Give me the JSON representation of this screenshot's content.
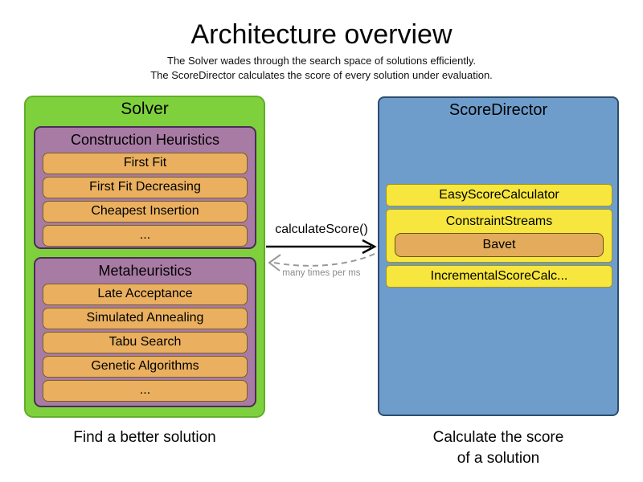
{
  "header": {
    "title": "Architecture overview",
    "subtitle_line1": "The Solver wades through the search space of solutions efficiently.",
    "subtitle_line2": "The ScoreDirector calculates the score of every solution under evaluation."
  },
  "solver": {
    "title": "Solver",
    "caption": "Find a better solution",
    "construction_heuristics": {
      "title": "Construction Heuristics",
      "items": [
        "First Fit",
        "First Fit Decreasing",
        "Cheapest Insertion",
        "..."
      ]
    },
    "metaheuristics": {
      "title": "Metaheuristics",
      "items": [
        "Late Acceptance",
        "Simulated Annealing",
        "Tabu Search",
        "Genetic Algorithms",
        "..."
      ]
    }
  },
  "score_director": {
    "title": "ScoreDirector",
    "caption_line1": "Calculate the score",
    "caption_line2": "of a solution",
    "easy_score_calculator": "EasyScoreCalculator",
    "constraint_streams": {
      "title": "ConstraintStreams",
      "engine": "Bavet"
    },
    "incremental_score_calculator": "IncrementalScoreCalc..."
  },
  "interaction": {
    "call_label": "calculateScore()",
    "frequency_label": "many times per ms"
  },
  "colors": {
    "solver_fill": "#7ed13c",
    "solver_border": "#62ad2a",
    "phase_fill": "#a87ba5",
    "phase_border": "#4a2d57",
    "algorithm_fill": "#eab060",
    "algorithm_border": "#7a6020",
    "score_director_fill": "#6e9dcc",
    "score_director_border": "#2e4d6e",
    "calculator_fill": "#f7e63d",
    "calculator_border": "#a39414",
    "bavet_fill": "#e3ab5c",
    "bavet_border": "#6b5510",
    "arrow_solid": "#000000",
    "arrow_dashed": "#999999"
  }
}
